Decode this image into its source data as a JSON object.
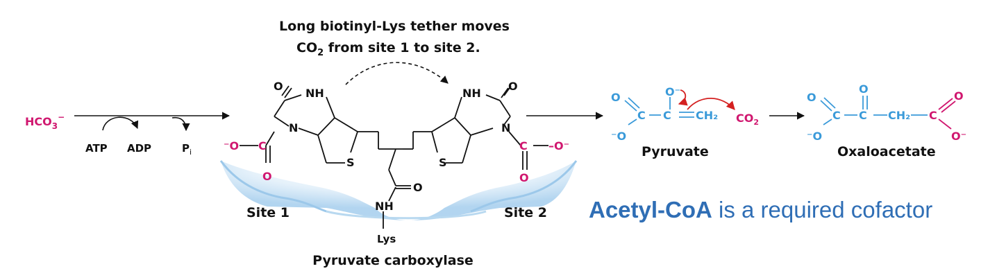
{
  "tether_note": {
    "line1": "Long biotinyl-Lys tether moves",
    "line2_pre": "CO",
    "line2_sub": "2",
    "line2_post": " from site 1 to site 2."
  },
  "inputs": {
    "bicarbonate": "HCO",
    "bicarbonate_sub": "3",
    "bicarbonate_sup": "−",
    "atp": "ATP",
    "adp": "ADP",
    "pi": "P",
    "pi_sub": "i"
  },
  "enzyme": {
    "name": "Pyruvate carboxylase",
    "site1": "Site 1",
    "site2": "Site 2",
    "lys": "Lys",
    "nh": "NH"
  },
  "pyruvate": {
    "name": "Pyruvate",
    "co2": "CO",
    "co2_sub": "2"
  },
  "product": {
    "name": "Oxaloacetate"
  },
  "caption": {
    "bold": "Acetyl-CoA",
    "rest": " is a required cofactor"
  },
  "colors": {
    "magenta": "#d0176f",
    "cyan": "#3a9ad9",
    "caption_blue": "#2f6eb5",
    "enzyme_blue": "#b9d9f0",
    "arrow_red": "#d42020"
  }
}
